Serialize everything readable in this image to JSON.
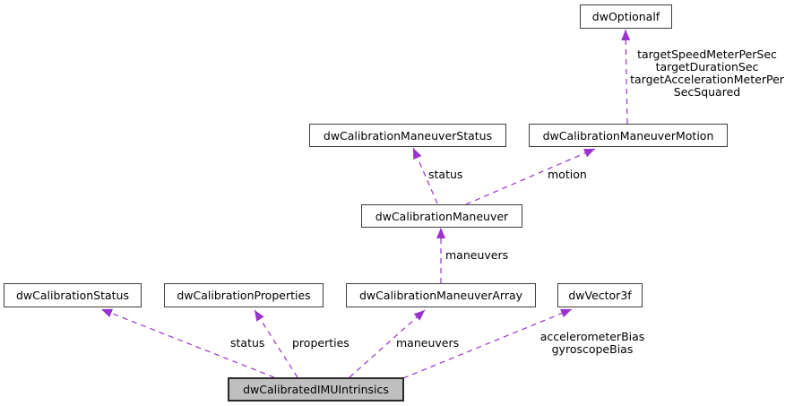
{
  "diagram": {
    "type": "collaboration-graph",
    "highlighted_node": "dwCalibratedIMUIntrinsics",
    "colors": {
      "background": "#ffffff",
      "edge": "#9a32cd",
      "node_border": "#3f3f3f",
      "node_fill": "#ffffff",
      "highlight_fill": "#bfbfbf",
      "text": "#000000"
    },
    "nodes": [
      {
        "label": "dwOptionalf"
      },
      {
        "label": "dwCalibrationManeuverStatus"
      },
      {
        "label": "dwCalibrationManeuverMotion"
      },
      {
        "label": "dwCalibrationManeuver"
      },
      {
        "label": "dwCalibrationStatus"
      },
      {
        "label": "dwCalibrationProperties"
      },
      {
        "label": "dwCalibrationManeuverArray"
      },
      {
        "label": "dwVector3f"
      },
      {
        "label": "dwCalibratedIMUIntrinsics"
      }
    ],
    "edges": [
      {
        "from": "dwCalibrationManeuverMotion",
        "to": "dwOptionalf",
        "label_lines": [
          "targetSpeedMeterPerSec",
          "targetDurationSec",
          "targetAccelerationMeterPer",
          "SecSquared"
        ]
      },
      {
        "from": "dwCalibrationManeuver",
        "to": "dwCalibrationManeuverStatus",
        "label": "status"
      },
      {
        "from": "dwCalibrationManeuver",
        "to": "dwCalibrationManeuverMotion",
        "label": "motion"
      },
      {
        "from": "dwCalibrationManeuverArray",
        "to": "dwCalibrationManeuver",
        "label": "maneuvers"
      },
      {
        "from": "dwCalibratedIMUIntrinsics",
        "to": "dwCalibrationStatus",
        "label": "status"
      },
      {
        "from": "dwCalibratedIMUIntrinsics",
        "to": "dwCalibrationProperties",
        "label": "properties"
      },
      {
        "from": "dwCalibratedIMUIntrinsics",
        "to": "dwCalibrationManeuverArray",
        "label": "maneuvers"
      },
      {
        "from": "dwCalibratedIMUIntrinsics",
        "to": "dwVector3f",
        "label_lines": [
          "accelerometerBias",
          "gyroscopeBias"
        ]
      }
    ]
  }
}
